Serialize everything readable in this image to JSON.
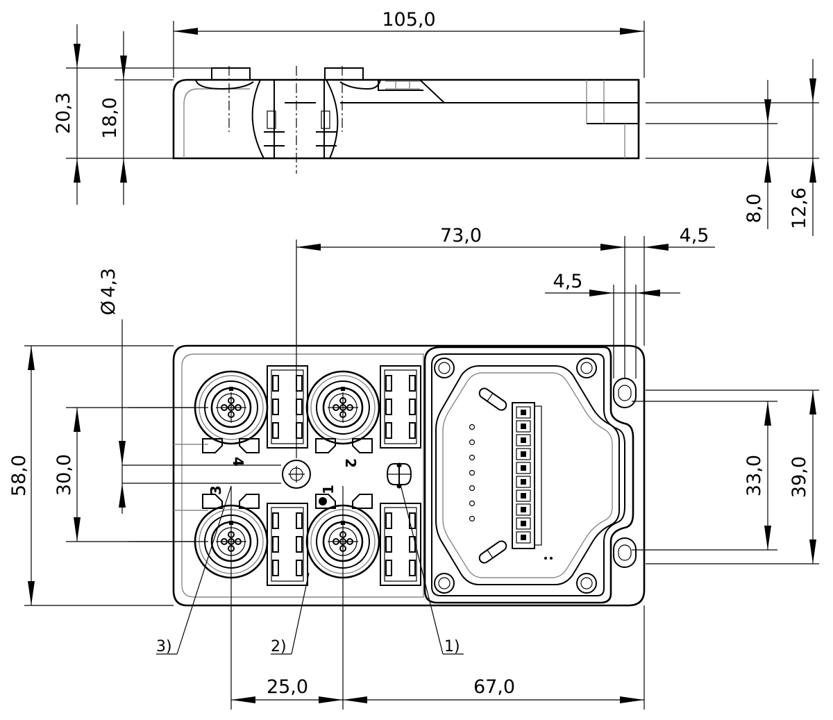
{
  "dimensions": {
    "overall_length": "105,0",
    "total_height": "20,3",
    "body_height": "18,0",
    "flange_height": "8,0",
    "flange_top_height": "12,6",
    "hole_spacing": "73,0",
    "hole_offset_outer": "4,5",
    "hole_offset_inner": "4,5",
    "hole_diameter": "4,3",
    "width": "58,0",
    "port_pitch_vertical": "30,0",
    "hole_slot_spacing": "33,0",
    "hole_slot_outer": "39,0",
    "port_pitch_horizontal": "25,0",
    "port_to_flange": "67,0"
  },
  "diameter_symbol": "Ø",
  "port_numbers": [
    "1",
    "2",
    "3",
    "4"
  ],
  "callouts": [
    "1)",
    "2)",
    "3)"
  ]
}
